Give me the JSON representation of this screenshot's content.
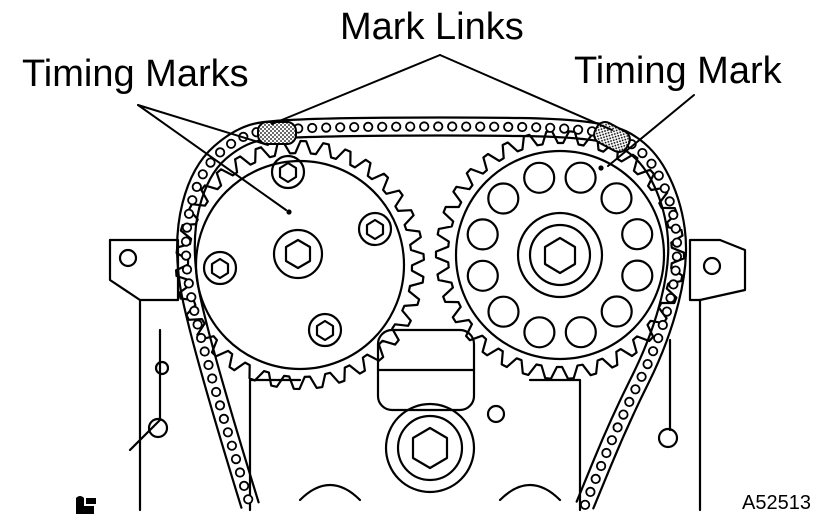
{
  "labels": {
    "mark_links": "Mark Links",
    "timing_marks": "Timing Marks",
    "timing_mark": "Timing Mark",
    "figure_code": "A52513"
  },
  "colors": {
    "ink": "#000000",
    "paper": "#ffffff",
    "stipple": "#9a9a9a"
  },
  "icons": {
    "footer_icon": "caution-symbol-icon"
  }
}
